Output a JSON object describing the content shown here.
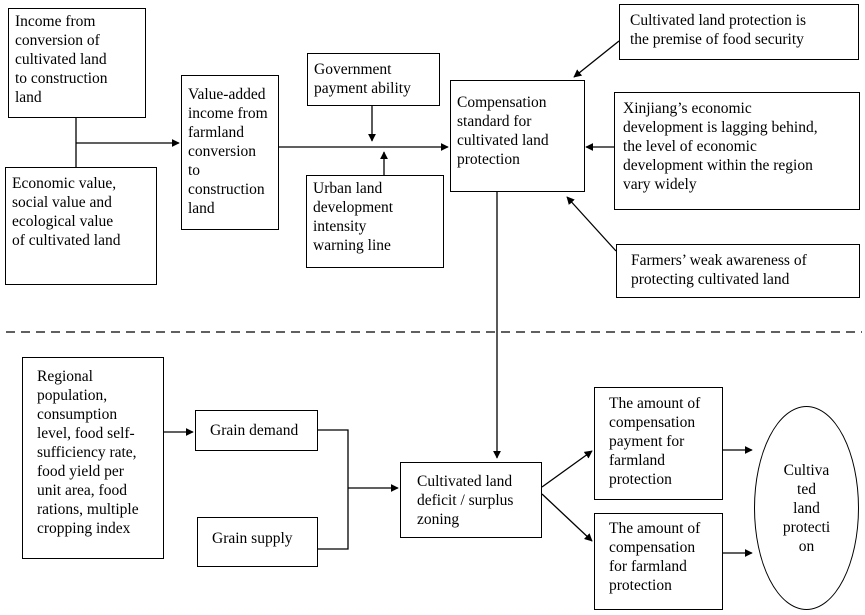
{
  "nodes": {
    "income_conversion": "Income from\nconversion of\ncultivated land\nto construction\nland",
    "economic_value": "Economic value,\nsocial value and\necological value\nof cultivated land",
    "value_added": "Value-added\nincome from\nfarmland\nconversion\nto\nconstruction\nland",
    "gov_payment": "Government\npayment ability",
    "urban_warning": "Urban land\ndevelopment\nintensity\nwarning line",
    "comp_standard": "Compensation\nstandard for\ncultivated land\nprotection",
    "premise_food": "Cultivated land protection is\nthe premise of food security",
    "xinjiang": "Xinjiang’s economic\ndevelopment is lagging behind,\nthe level of economic\ndevelopment within the region\nvary widely",
    "farmers_awareness": "Farmers’ weak awareness of\nprotecting cultivated land",
    "regional_pop": "Regional\npopulation,\nconsumption\nlevel, food self-\nsufficiency rate,\nfood yield per\nunit area, food\nrations, multiple\ncropping index",
    "grain_demand": "Grain demand",
    "grain_supply": "Grain supply",
    "deficit_zoning": "Cultivated land\ndeficit / surplus\nzoning",
    "comp_payment": "The amount of\ncompensation\npayment for\nfarmland\nprotection",
    "comp_amount": "The amount of\ncompensation\nfor farmland\nprotection",
    "final": "Cultiva\nted\nland\nprotecti\non"
  }
}
